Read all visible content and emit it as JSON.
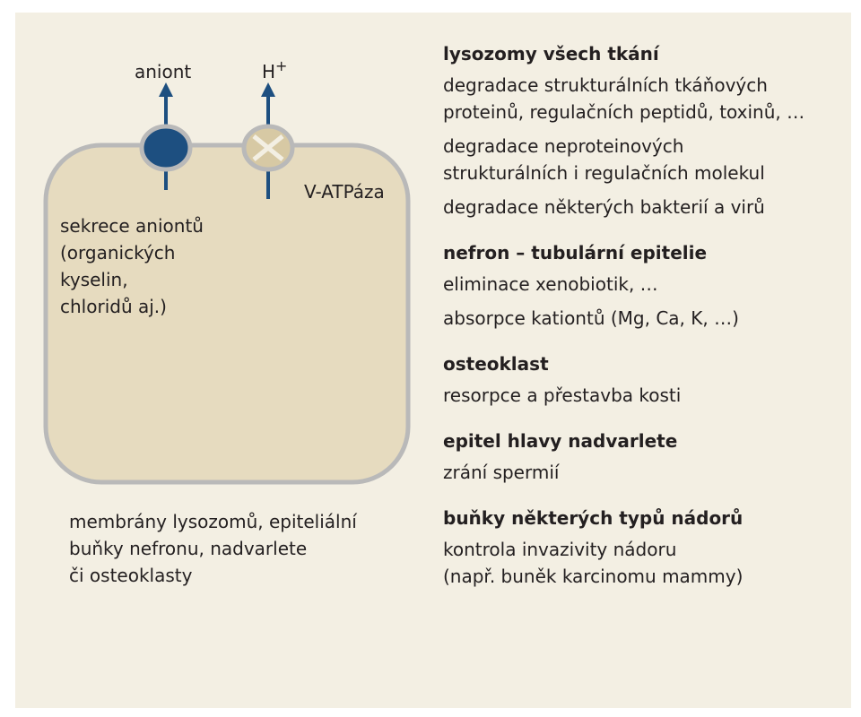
{
  "cell": {
    "anion_label": "aniont",
    "proton_label": "H",
    "proton_charge": "+",
    "pump_label": "V-ATPáza",
    "secretion_lines": [
      "sekrece aniontů",
      "(organických",
      "kyselin,",
      "chloridů aj.)"
    ]
  },
  "caption_lines": [
    "membrány lysozomů, epiteliální",
    "buňky nefronu, nadvarlete",
    "či osteoklasty"
  ],
  "sections": [
    {
      "title": "lysozomy všech tkání",
      "items": [
        [
          "degradace strukturálních tkáňových",
          "proteinů, regulačních peptidů, toxinů, …"
        ],
        [
          "degradace neproteinových",
          "strukturálních i regulačních molekul"
        ],
        [
          "degradace některých bakterií a virů"
        ]
      ]
    },
    {
      "title": "nefron – tubulární epitelie",
      "items": [
        [
          "eliminace xenobiotik, …"
        ],
        [
          "absorpce kationtů (Mg, Ca, K, …)"
        ]
      ]
    },
    {
      "title": "osteoklast",
      "items": [
        [
          "resorpce a přestavba kosti"
        ]
      ]
    },
    {
      "title": "epitel hlavy nadvarlete",
      "items": [
        [
          "zrání spermií"
        ]
      ]
    },
    {
      "title": "buňky některých typů nádorů",
      "items": [
        [
          "kontrola invazivity nádoru",
          "(např. buněk karcinomu mammy)"
        ]
      ]
    }
  ],
  "colors": {
    "panel_bg": "#f3efe3",
    "cell_fill": "#e6dbbf",
    "cell_border": "#b9b9b9",
    "anion_channel": "#1d4f80",
    "vatpase_fill": "#d7c9a4",
    "arrow": "#1d4f80"
  }
}
